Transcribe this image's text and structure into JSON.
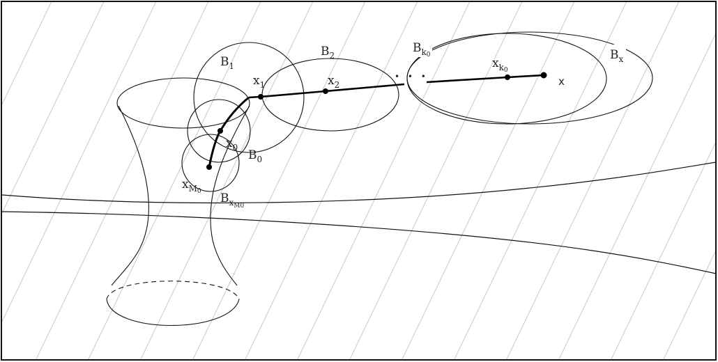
{
  "labels": {
    "B1": {
      "main": "B",
      "sub": "1"
    },
    "B2": {
      "main": "B",
      "sub": "2"
    },
    "Bk0": {
      "main": "B",
      "sub": "k",
      "subsub": "0"
    },
    "Bx": {
      "main": "B",
      "sub": "x"
    },
    "x1": {
      "main": "x",
      "sub": "1"
    },
    "x2": {
      "main": "x",
      "sub": "2"
    },
    "xk0": {
      "main": "x",
      "sub": "k",
      "subsub": "0"
    },
    "x": {
      "main": "x"
    },
    "x0": {
      "main": "x",
      "sub": "0"
    },
    "B0": {
      "main": "B",
      "sub": "0"
    },
    "xM0": {
      "main": "x",
      "sub": "M",
      "subsub": "0"
    },
    "BxM0": {
      "main": "B",
      "sub": "x",
      "subsub": "M",
      "subsubsub": "0"
    },
    "dots": "• • •"
  },
  "colors": {
    "stroke": "#111111",
    "hatch": "#c8c8c8"
  }
}
